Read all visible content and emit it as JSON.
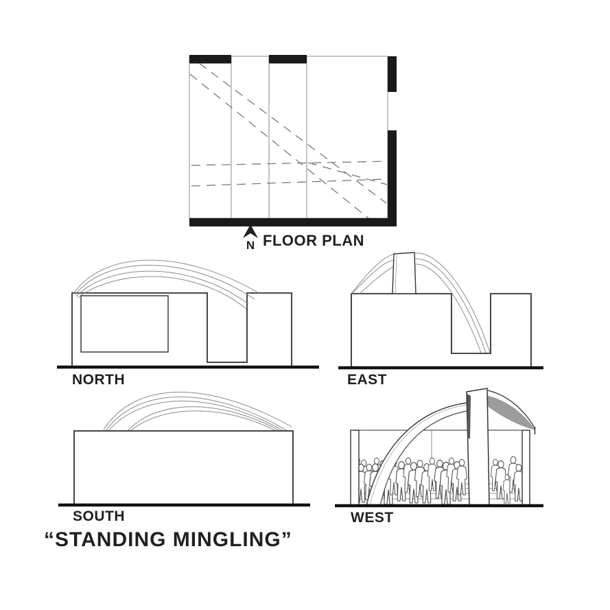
{
  "title": "“STANDING MINGLING”",
  "floor_plan": {
    "compass_letter": "N",
    "label": "FLOOR PLAN"
  },
  "elevation_labels": {
    "north": "NORTH",
    "east": "EAST",
    "south": "SOUTH",
    "west": "WEST"
  },
  "colors": {
    "ink": "#231f20",
    "wall_black": "#1a1a1a",
    "outline": "#2f2f2f",
    "arc_gray": "#8a8a8a",
    "shade_gray": "#9c9c9c",
    "background": "#ffffff"
  }
}
